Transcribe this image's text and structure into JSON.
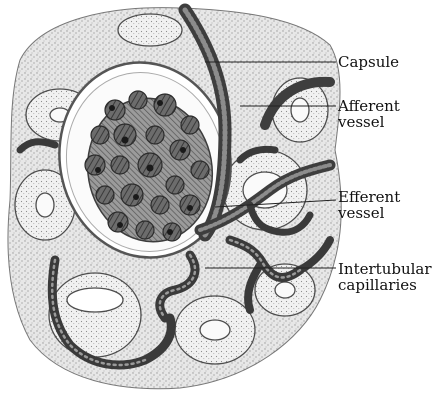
{
  "diagram": {
    "labels": {
      "capsule": "Capsule",
      "afferent_vessel": "Afferent\nvessel",
      "efferent_vessel": "Efferent\nvessel",
      "intertubular_capillaries": "Intertubular\ncapillaries"
    }
  }
}
